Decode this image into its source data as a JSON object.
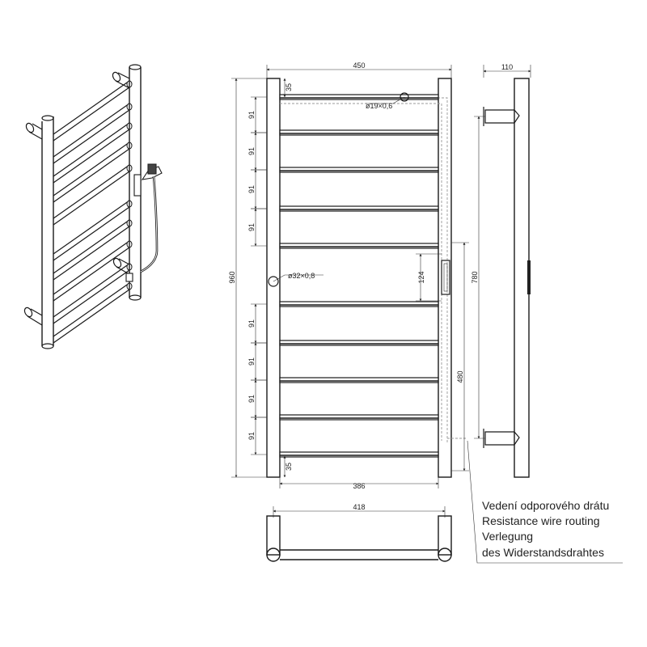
{
  "dimensions": {
    "overall_width": "450",
    "side_depth": "110",
    "overall_height": "960",
    "top_offset": "35",
    "bottom_offset": "35",
    "bar_spacing": "91",
    "heater_box": "124",
    "mounting_height": "780",
    "wire_height": "480",
    "inner_width": "386",
    "bar_length": "418",
    "small_pipe": "ø19×0,6",
    "large_pipe": "ø32×0,8"
  },
  "legend": {
    "line_cs": "Vedení odporového drátu",
    "line_en": "Resistance wire routing",
    "line_de_1": "Verlegung",
    "line_de_2": "des Widerstandsdrahtes"
  },
  "colors": {
    "line": "#1a1a1a",
    "wire_dash": "#999999",
    "text": "#222222"
  }
}
